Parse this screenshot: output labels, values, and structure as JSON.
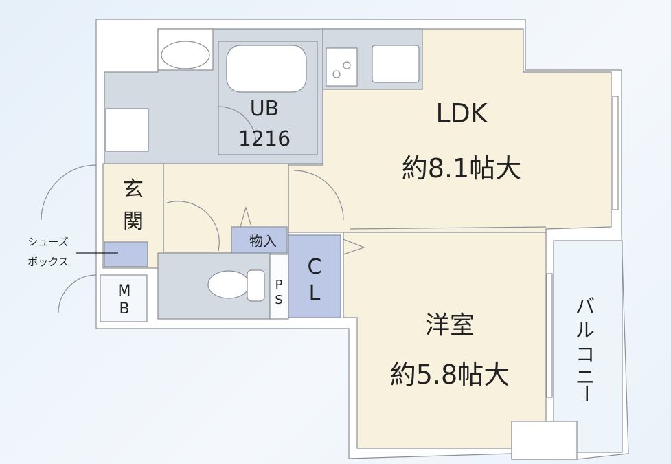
{
  "rooms": {
    "ldk": {
      "name": "LDK",
      "size": "約8.1帖大"
    },
    "western": {
      "name": "洋室",
      "size": "約5.8帖大"
    },
    "bath": {
      "name": "UB",
      "size": "1216"
    },
    "entrance": {
      "line1": "玄",
      "line2": "関"
    },
    "storage": "物入",
    "closet": {
      "line1": "C",
      "line2": "L"
    },
    "ps": {
      "line1": "P",
      "line2": "S"
    },
    "mb": {
      "line1": "M",
      "line2": "B"
    },
    "balcony": [
      "バ",
      "ル",
      "コ",
      "ニ",
      "ー"
    ],
    "shoebox": {
      "line1": "シューズ",
      "line2": "ボックス"
    }
  },
  "colors": {
    "floor": "#f8f1de",
    "wet_area": "#d4dae2",
    "storage": "#bdc8e6",
    "wall": "#ffffff",
    "outline": "#8b9097",
    "balcony": "#edf4fa"
  }
}
